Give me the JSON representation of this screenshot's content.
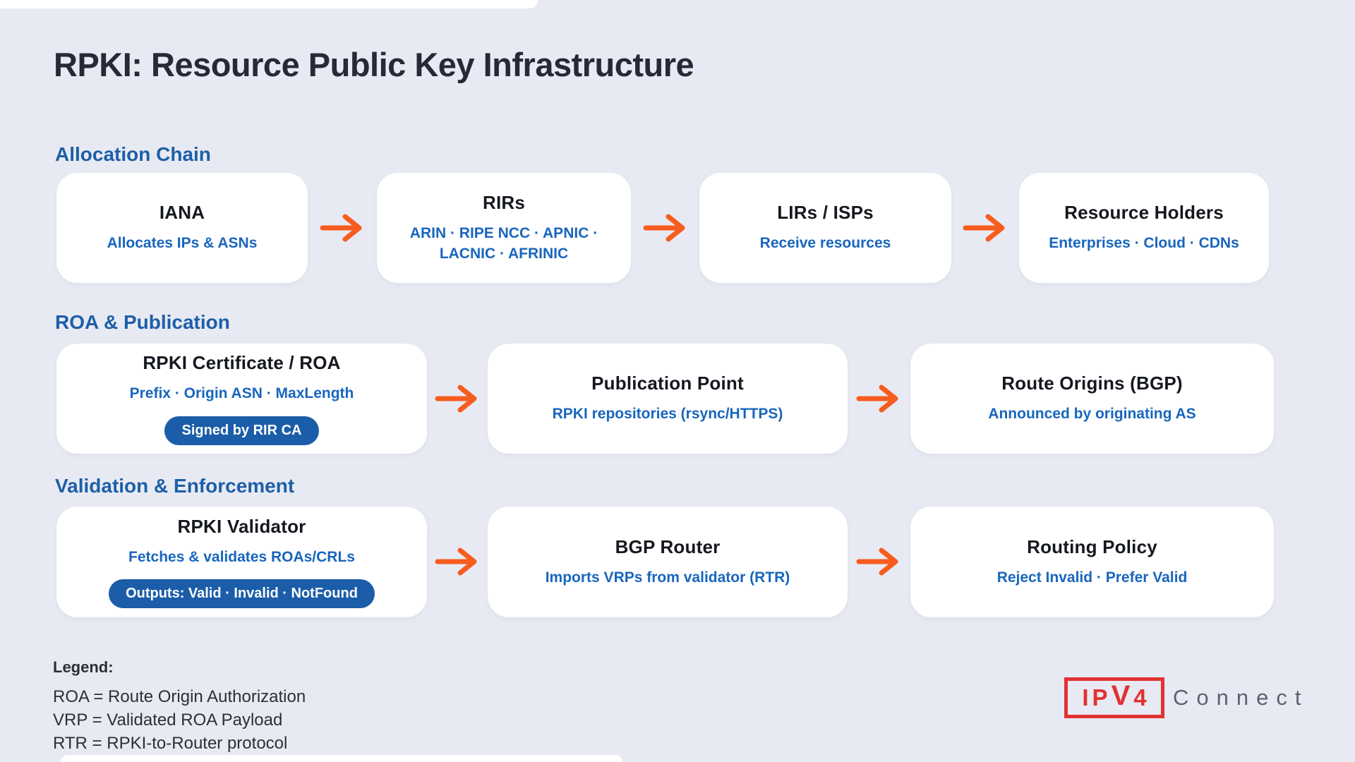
{
  "page": {
    "title": "RPKI: Resource Public Key Infrastructure"
  },
  "sections": [
    {
      "heading": "Allocation Chain",
      "boxes": [
        {
          "title": "IANA",
          "subtitle": "Allocates IPs & ASNs"
        },
        {
          "title": "RIRs",
          "subtitle": "ARIN · RIPE NCC · APNIC · LACNIC · AFRINIC"
        },
        {
          "title": "LIRs / ISPs",
          "subtitle": "Receive resources"
        },
        {
          "title": "Resource Holders",
          "subtitle": "Enterprises · Cloud · CDNs"
        }
      ]
    },
    {
      "heading": "ROA & Publication",
      "boxes": [
        {
          "title": "RPKI Certificate / ROA",
          "subtitle": "Prefix · Origin ASN · MaxLength",
          "badge": "Signed by RIR CA"
        },
        {
          "title": "Publication Point",
          "subtitle": "RPKI repositories (rsync/HTTPS)"
        },
        {
          "title": "Route Origins (BGP)",
          "subtitle": "Announced by originating AS"
        }
      ]
    },
    {
      "heading": "Validation & Enforcement",
      "boxes": [
        {
          "title": "RPKI Validator",
          "subtitle": "Fetches & validates ROAs/CRLs",
          "badge": "Outputs: Valid · Invalid · NotFound"
        },
        {
          "title": "BGP Router",
          "subtitle": "Imports VRPs from validator (RTR)"
        },
        {
          "title": "Routing Policy",
          "subtitle": "Reject Invalid · Prefer Valid"
        }
      ]
    }
  ],
  "legend": {
    "title": "Legend:",
    "items": [
      "ROA = Route Origin Authorization",
      "VRP = Validated ROA Payload",
      "RTR = RPKI-to-Router protocol"
    ]
  },
  "logo": {
    "mark": {
      "ip": "IP",
      "v": "V",
      "four": "4"
    },
    "suffix": "Connect"
  },
  "colors": {
    "background": "#e8eaf3",
    "box_background": "#ffffff",
    "title_dark": "#252a37",
    "heading_blue": "#1d5fa8",
    "body_blue": "#1866bd",
    "arrow_orange": "#f75c1f",
    "badge_blue": "#1b5da8",
    "logo_red": "#e23131",
    "logo_gray": "#5b6370"
  }
}
